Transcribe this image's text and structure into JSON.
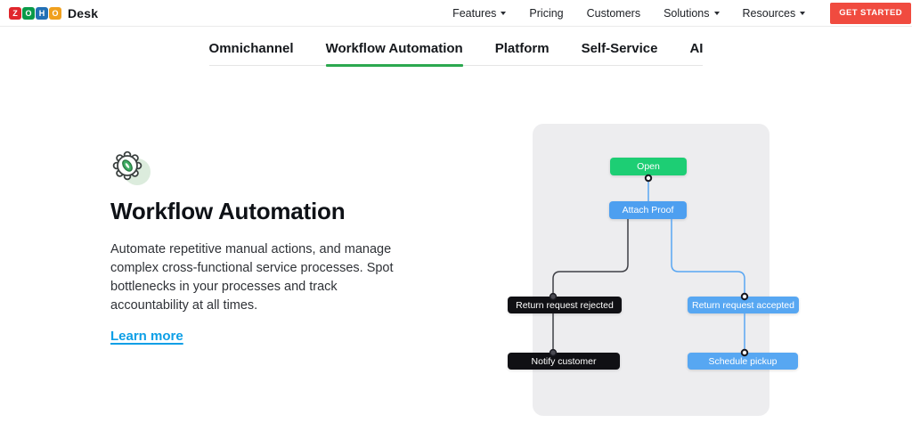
{
  "brand": {
    "letters": [
      {
        "char": "Z",
        "color": "#E0262C"
      },
      {
        "char": "O",
        "color": "#0A9A48"
      },
      {
        "char": "H",
        "color": "#2270B5"
      },
      {
        "char": "O",
        "color": "#F0A01E"
      }
    ],
    "product": "Desk"
  },
  "top_nav": {
    "items": [
      {
        "label": "Features"
      },
      {
        "label": "Pricing"
      },
      {
        "label": "Customers"
      },
      {
        "label": "Solutions"
      },
      {
        "label": "Resources"
      }
    ],
    "cta_label": "GET STARTED",
    "cta_color": "#F04B3F"
  },
  "tabs": {
    "items": [
      "Omnichannel",
      "Workflow Automation",
      "Platform",
      "Self-Service",
      "AI"
    ],
    "active": "Workflow Automation",
    "active_color": "#2BA84F"
  },
  "feature": {
    "icon": "gear-icon",
    "heading": "Workflow Automation",
    "description": "Automate repetitive manual actions, and manage complex cross-functional service processes. Spot bottlenecks in your processes and track accountability at all times.",
    "link_label": "Learn more",
    "link_color": "#0D9FE6"
  },
  "flowchart": {
    "panel_color": "#EDEDEF",
    "connector_colors": {
      "dark": "#3F4046",
      "blue": "#58A6F3"
    },
    "nodes": [
      {
        "label": "Open",
        "color": "#1DCE74"
      },
      {
        "label": "Attach Proof",
        "color": "#4D9FF0"
      },
      {
        "label": "Return request rejected",
        "color": "#101014"
      },
      {
        "label": "Return request accepted",
        "color": "#57A7F2"
      },
      {
        "label": "Notify customer",
        "color": "#101014"
      },
      {
        "label": "Schedule pickup",
        "color": "#57A7F2"
      }
    ]
  }
}
